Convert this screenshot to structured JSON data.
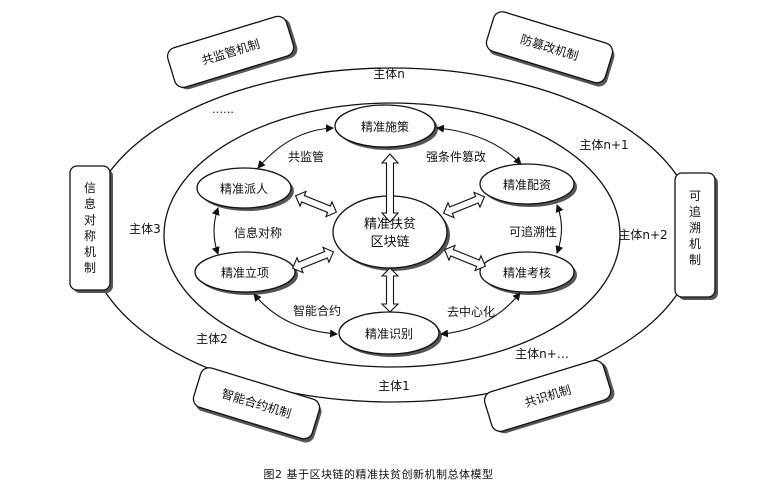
{
  "center": {
    "line1": "精准扶贫",
    "line2": "区块链"
  },
  "nodes": {
    "shiche": "精准施策",
    "peizi": "精准配资",
    "kaohe": "精准考核",
    "shibie": "精准识别",
    "lixiang": "精准立项",
    "pairen": "精准派人"
  },
  "edge_labels": {
    "gongjianguan": "共监管",
    "qiangtiaojian": "强条件篡改",
    "keshuisu": "可追溯性",
    "quzhongxin": "去中心化",
    "zhineng": "智能合约",
    "xinxi": "信息对称"
  },
  "subjects": {
    "n": "主体n",
    "n1": "主体n+1",
    "n2": "主体n+2",
    "n3": "主体n+…",
    "s1": "主体1",
    "s2": "主体2",
    "s3": "主体3",
    "ellipsis": "……"
  },
  "mechanisms": {
    "top_left": "共监管机制",
    "top_right": "防篡改机制",
    "right": "可追溯机制",
    "bottom_right": "共识机制",
    "bottom_left": "智能合约机制",
    "left": "信息对称机制"
  },
  "caption": "图2 基于区块链的精准扶贫创新机制总体模型"
}
